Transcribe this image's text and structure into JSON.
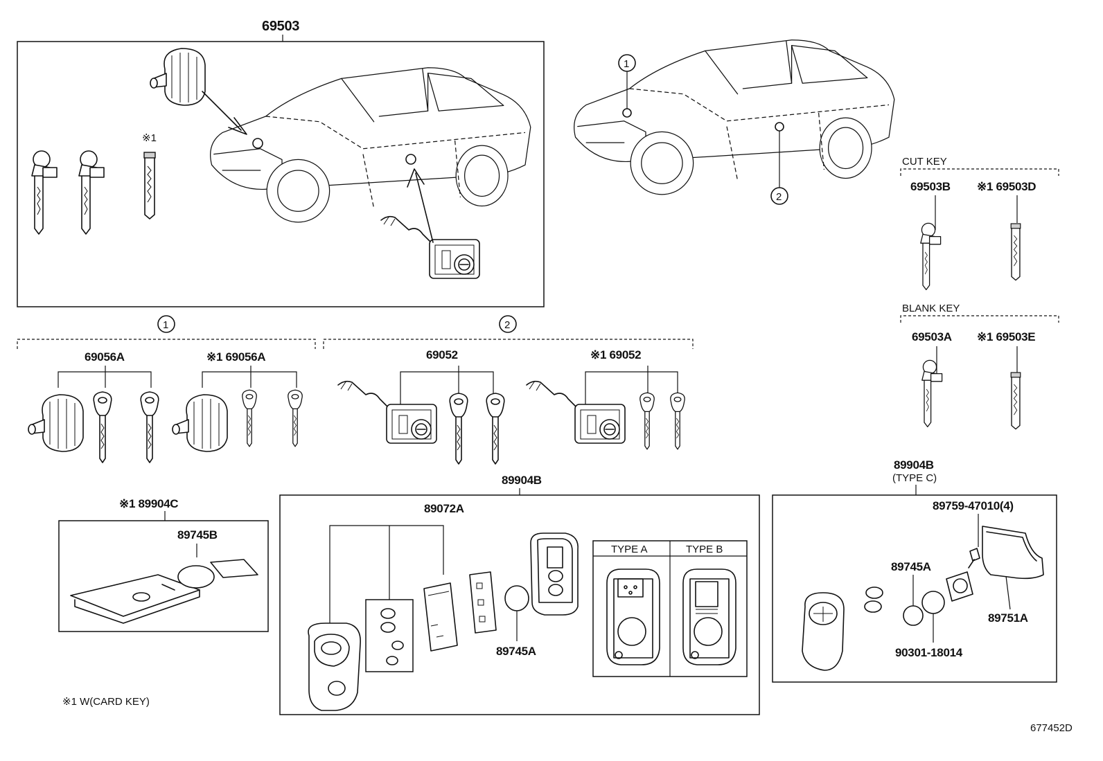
{
  "parts": {
    "p69503": "69503",
    "callout1": "1",
    "callout2": "2",
    "star1": "※1",
    "cut_key": "CUT KEY",
    "p69503B": "69503B",
    "p69503D": "※1 69503D",
    "blank_key": "BLANK KEY",
    "p69503A": "69503A",
    "p69503E": "※1 69503E",
    "p69056A": "69056A",
    "p69056A_w": "※1 69056A",
    "p69052": "69052",
    "p69052_w": "※1 69052",
    "p89904B": "89904B",
    "p89904B_c": "89904B",
    "type_c": "(TYPE C)",
    "p89904C": "※1 89904C",
    "p89745B": "89745B",
    "p89072A": "89072A",
    "p89745A_main": "89745A",
    "type_a": "TYPE A",
    "type_b": "TYPE B",
    "p89759": "89759-47010(4)",
    "p89745A_c": "89745A",
    "p89751A": "89751A",
    "p90301": "90301-18014",
    "note": "※1 W(CARD KEY)",
    "diagram_id": "677452D"
  }
}
